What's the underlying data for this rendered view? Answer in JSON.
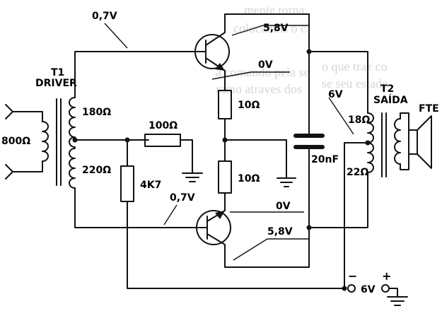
{
  "background_text": [
    "mente torna",
    "colocamos o c",
    "a comando pela se",
    "ramo atraves dos",
    "o que traz co",
    "se seu estado"
  ],
  "labels": {
    "upper_base_v": "0,7V",
    "upper_collector_v": "5,8V",
    "upper_emitter_v": "0V",
    "lower_base_v": "0,7V",
    "lower_emitter_v": "0V",
    "lower_collector_v": "5,8V",
    "t1_name": "T1",
    "t1_desc": "DRIVER",
    "t1_primary": "800Ω",
    "t1_sec_top": "180Ω",
    "t1_sec_bottom": "220Ω",
    "r_bias": "100Ω",
    "r_base": "4K7",
    "r_emit_top": "10Ω",
    "r_emit_bottom": "10Ω",
    "cap": "20nF",
    "t2_name": "T2",
    "t2_desc": "SAÍDA",
    "t2_tap_v": "6V",
    "t2_top": "18Ω",
    "t2_bottom": "22Ω",
    "speaker": "FTE",
    "supply_minus": "−",
    "supply_plus": "+",
    "supply_v": "6V"
  }
}
